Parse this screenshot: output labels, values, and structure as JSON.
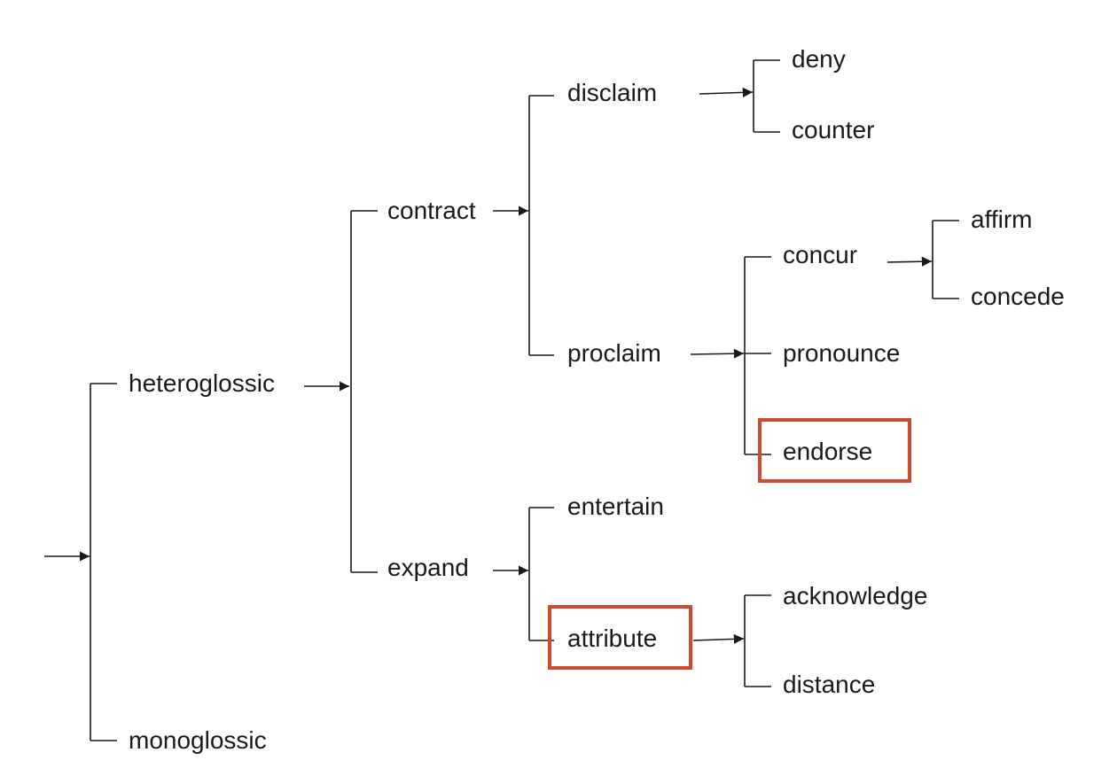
{
  "diagram": {
    "type": "system-network",
    "highlight_color": "#d04a30",
    "line_color": "#1a1a1a",
    "nodes": [
      {
        "id": "heteroglossic",
        "label": "heteroglossic"
      },
      {
        "id": "monoglossic",
        "label": "monoglossic"
      },
      {
        "id": "contract",
        "label": "contract"
      },
      {
        "id": "expand",
        "label": "expand"
      },
      {
        "id": "disclaim",
        "label": "disclaim"
      },
      {
        "id": "proclaim",
        "label": "proclaim"
      },
      {
        "id": "entertain",
        "label": "entertain"
      },
      {
        "id": "attribute",
        "label": "attribute",
        "highlighted": true
      },
      {
        "id": "deny",
        "label": "deny"
      },
      {
        "id": "counter",
        "label": "counter"
      },
      {
        "id": "concur",
        "label": "concur"
      },
      {
        "id": "pronounce",
        "label": "pronounce"
      },
      {
        "id": "endorse",
        "label": "endorse",
        "highlighted": true
      },
      {
        "id": "affirm",
        "label": "affirm"
      },
      {
        "id": "concede",
        "label": "concede"
      },
      {
        "id": "acknowledge",
        "label": "acknowledge"
      },
      {
        "id": "distance",
        "label": "distance"
      }
    ],
    "edges": [
      {
        "from": "root",
        "to": [
          "heteroglossic",
          "monoglossic"
        ]
      },
      {
        "from": "heteroglossic",
        "to": [
          "contract",
          "expand"
        ]
      },
      {
        "from": "contract",
        "to": [
          "disclaim",
          "proclaim"
        ]
      },
      {
        "from": "expand",
        "to": [
          "entertain",
          "attribute"
        ]
      },
      {
        "from": "disclaim",
        "to": [
          "deny",
          "counter"
        ]
      },
      {
        "from": "proclaim",
        "to": [
          "concur",
          "pronounce",
          "endorse"
        ]
      },
      {
        "from": "concur",
        "to": [
          "affirm",
          "concede"
        ]
      },
      {
        "from": "attribute",
        "to": [
          "acknowledge",
          "distance"
        ]
      }
    ]
  }
}
